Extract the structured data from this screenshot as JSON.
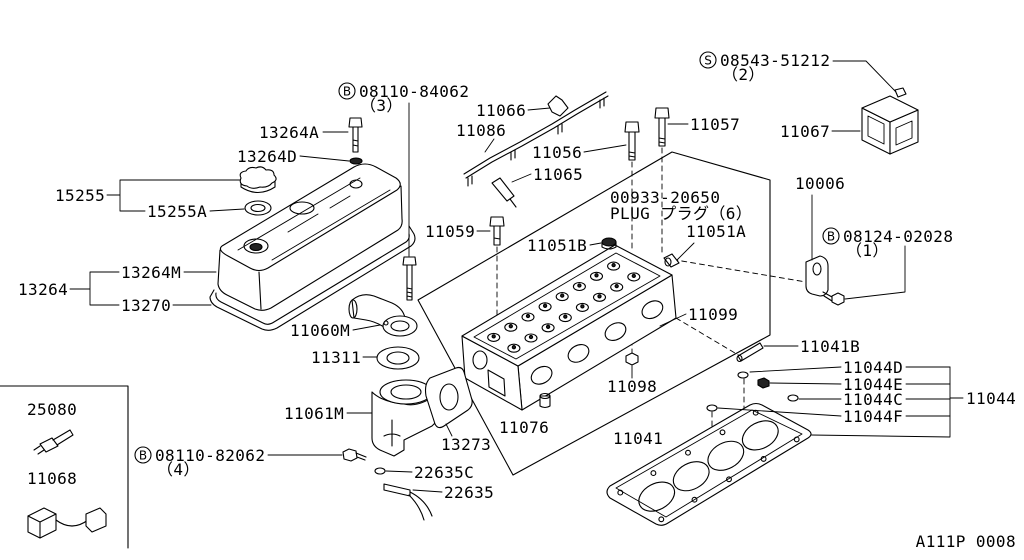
{
  "diagram_code": "A111P 0008",
  "fasteners": {
    "f1": {
      "symbol": "S",
      "number": "08543-51212",
      "qty": "（2）"
    },
    "f2": {
      "symbol": "B",
      "number": "08110-84062",
      "qty": "（3）"
    },
    "f3": {
      "symbol": "B",
      "number": "08124-02028",
      "qty": "（1）"
    },
    "f4": {
      "symbol": "B",
      "number": "08110-82062",
      "qty": "（4）"
    }
  },
  "plug_note": {
    "number": "00933-20650",
    "text": "PLUG プラグ（6）"
  },
  "parts": {
    "p11067": "11067",
    "p10006": "10006",
    "p11066": "11066",
    "p11086": "11086",
    "p11057": "11057",
    "p13264A": "13264A",
    "p11056": "11056",
    "p13264D": "13264D",
    "p11065": "11065",
    "p15255": "15255",
    "p15255A": "15255A",
    "p11059": "11059",
    "p11051B": "11051B",
    "p11051A": "11051A",
    "p13264M": "13264M",
    "p13264": "13264",
    "p13270": "13270",
    "p11099": "11099",
    "p11060M": "11060M",
    "p11041B": "11041B",
    "p11311": "11311",
    "p11044D": "11044D",
    "p11044E": "11044E",
    "p11044C": "11044C",
    "p11044": "11044",
    "p11098": "11098",
    "p11044F": "11044F",
    "p25080": "25080",
    "p11061M": "11061M",
    "p11076": "11076",
    "p11041": "11041",
    "p13273": "13273",
    "p22635C": "22635C",
    "p11068": "11068",
    "p22635": "22635"
  }
}
